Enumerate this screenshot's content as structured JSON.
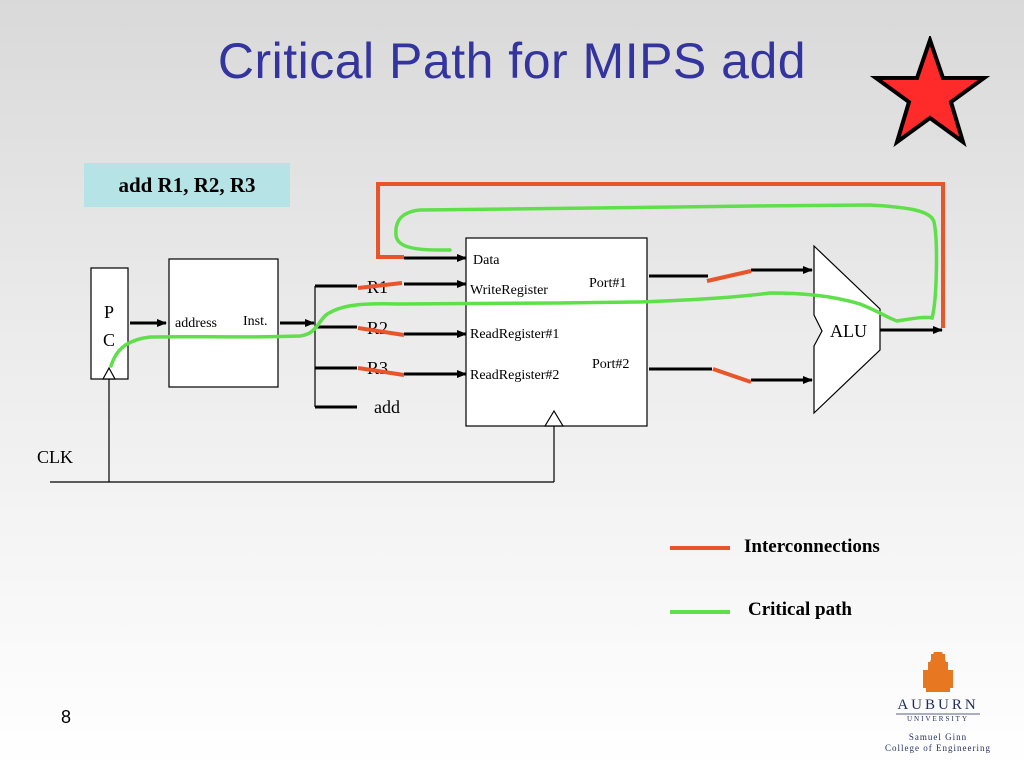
{
  "slide": {
    "title": "Critical Path for MIPS add",
    "page_number": "8"
  },
  "instruction": "add R1, R2, R3",
  "diagram": {
    "pc": {
      "line1": "P",
      "line2": "C"
    },
    "imem": {
      "address_label": "address",
      "inst_label": "Inst."
    },
    "fields": [
      "R1",
      "R2",
      "R3",
      "add"
    ],
    "regfile": {
      "data": "Data",
      "write_register": "WriteRegister",
      "read_register_1": "ReadRegister#1",
      "read_register_2": "ReadRegister#2",
      "port1": "Port#1",
      "port2": "Port#2"
    },
    "alu_label": "ALU",
    "clk_label": "CLK"
  },
  "legend": {
    "interconnections": {
      "label": "Interconnections",
      "color": "#e8552b"
    },
    "critical_path": {
      "label": "Critical path",
      "color": "#5fe04a"
    }
  },
  "logo": {
    "name": "AUBURN",
    "sub": "UNIVERSITY",
    "line3": "Samuel Ginn",
    "line4": "College of Engineering"
  },
  "colors": {
    "title": "#33349e",
    "star": "#ff2a2a",
    "box": "#b5e3e6"
  }
}
